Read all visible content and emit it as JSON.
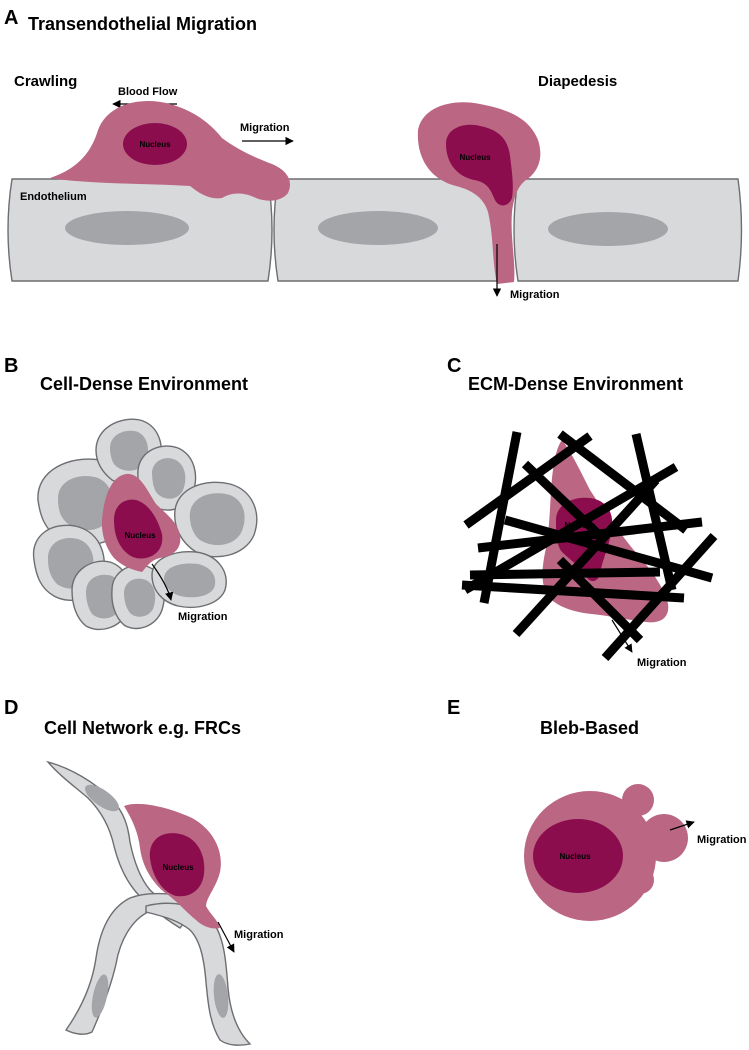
{
  "panels": {
    "a": {
      "letter": "A",
      "title": "Transendothelial Migration",
      "crawling": "Crawling",
      "diapedesis": "Diapedesis",
      "blood_flow": "Blood Flow",
      "migration_top": "Migration",
      "endothelium": "Endothelium",
      "nucleus_1": "Nucleus",
      "nucleus_2": "Nucleus",
      "migration_bottom": "Migration"
    },
    "b": {
      "letter": "B",
      "title": "Cell-Dense Environment",
      "nucleus": "Nucleus",
      "migration": "Migration"
    },
    "c": {
      "letter": "C",
      "title": "ECM-Dense Environment",
      "nucleus": "Nucleus",
      "migration": "Migration"
    },
    "d": {
      "letter": "D",
      "title": "Cell Network e.g. FRCs",
      "nucleus": "Nucleus",
      "migration": "Migration"
    },
    "e": {
      "letter": "E",
      "title": "Bleb-Based",
      "nucleus": "Nucleus",
      "migration": "Migration"
    }
  },
  "colors": {
    "cell_grey": "#d8d9db",
    "nucleus_grey": "#a4a5a8",
    "cell_pink": "#bb6783",
    "nucleus_pink": "#8b0d4e"
  }
}
